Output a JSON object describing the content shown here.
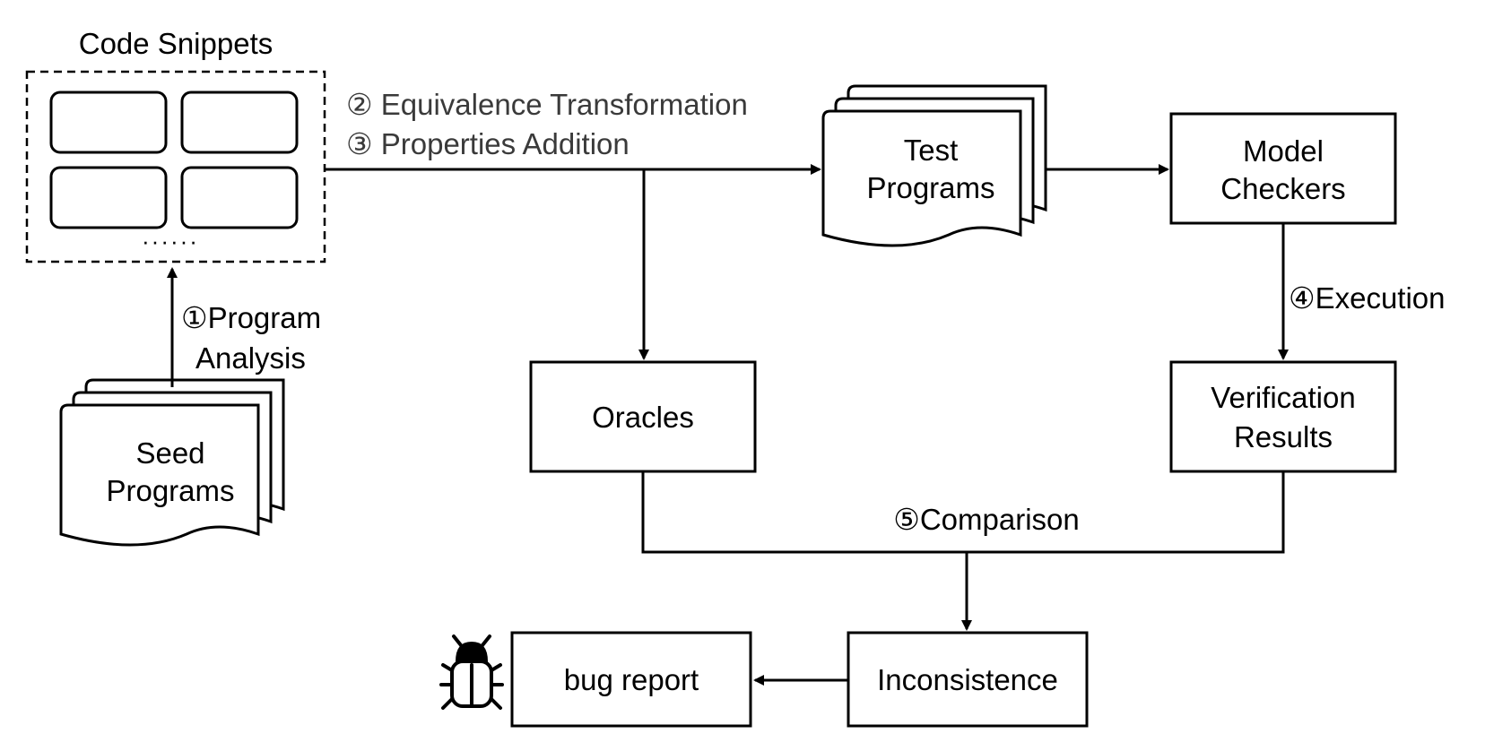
{
  "code_snippets": {
    "title": "Code Snippets",
    "more": "······"
  },
  "seed_programs": {
    "line1": "Seed",
    "line2": "Programs"
  },
  "test_programs": {
    "line1": "Test",
    "line2": "Programs"
  },
  "model_checkers": {
    "line1": "Model",
    "line2": "Checkers"
  },
  "oracles": {
    "label": "Oracles"
  },
  "verification_results": {
    "line1": "Verification",
    "line2": "Results"
  },
  "inconsistence": {
    "label": "Inconsistence"
  },
  "bug_report": {
    "label": "bug report"
  },
  "steps": {
    "program_analysis_1": "①Program",
    "program_analysis_2": "Analysis",
    "equivalence": "② Equivalence Transformation",
    "properties": "③ Properties Addition",
    "execution": "④Execution",
    "comparison": "⑤Comparison"
  },
  "icons": {
    "bug": "bug-icon"
  }
}
